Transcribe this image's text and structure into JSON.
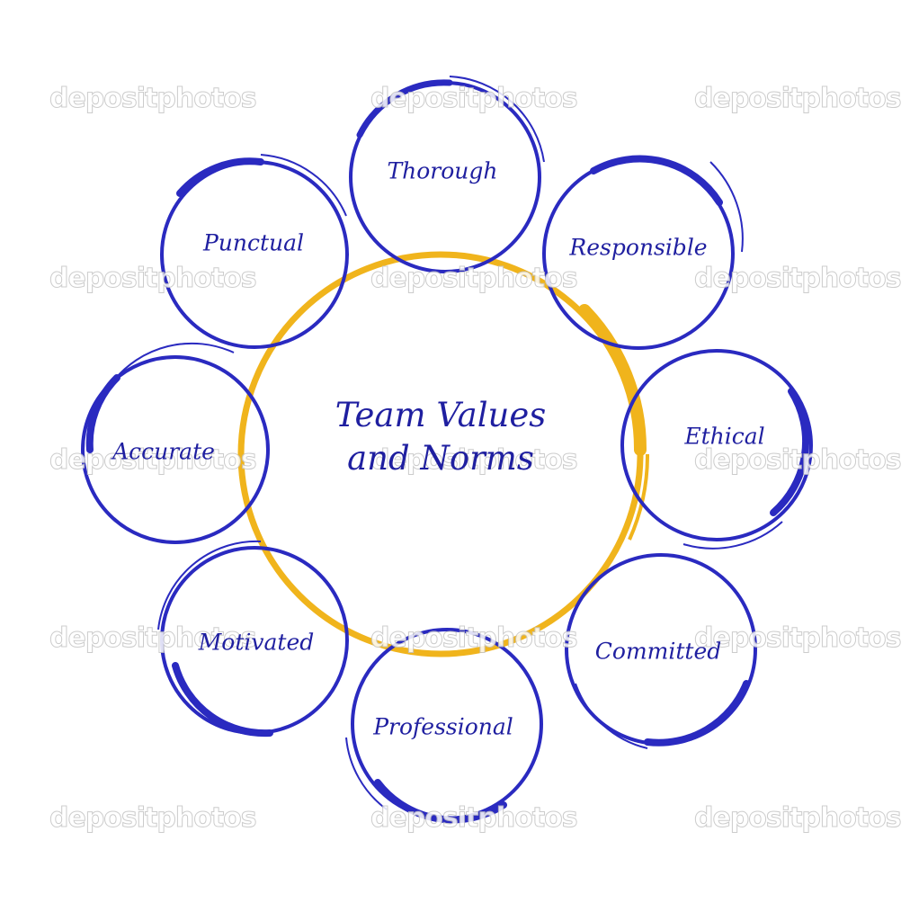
{
  "center": {
    "line1": "Team Values",
    "line2": "and Norms"
  },
  "nodes": [
    {
      "id": "thorough",
      "label": "Thorough"
    },
    {
      "id": "responsible",
      "label": "Responsible"
    },
    {
      "id": "ethical",
      "label": "Ethical"
    },
    {
      "id": "committed",
      "label": "Committed"
    },
    {
      "id": "professional",
      "label": "Professional"
    },
    {
      "id": "motivated",
      "label": "Motivated"
    },
    {
      "id": "accurate",
      "label": "Accurate"
    },
    {
      "id": "punctual",
      "label": "Punctual"
    }
  ],
  "watermark": "depositphotos",
  "colors": {
    "node_stroke": "#2a2ac0",
    "center_stroke": "#f0b41c",
    "text": "#1f1fa0",
    "watermark": "#c4c4c4"
  }
}
